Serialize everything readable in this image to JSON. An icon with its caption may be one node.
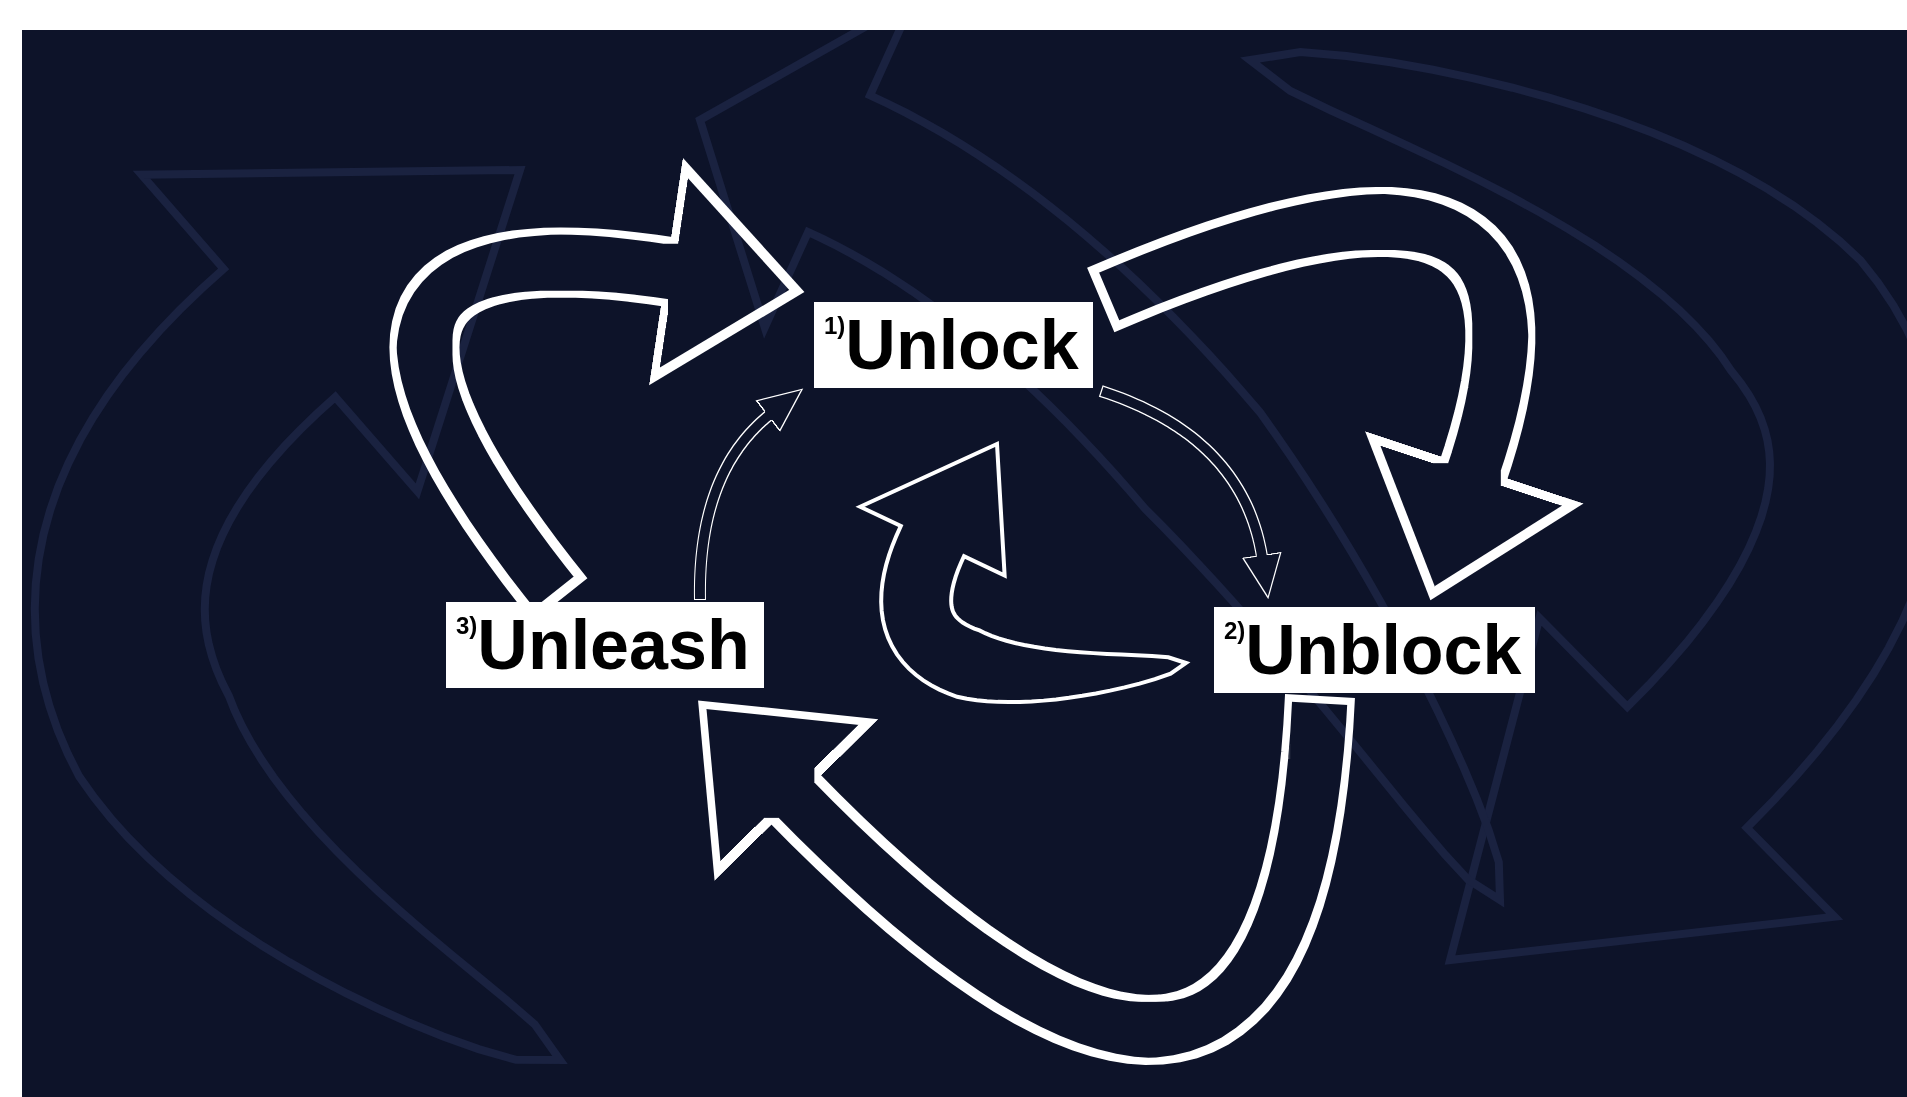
{
  "diagram": {
    "nodes": [
      {
        "text": [
          "$^{1)}$Unlock"
        ]
      },
      {
        "text": [
          "$^{2)}$Unblock"
        ]
      },
      {
        "text": [
          "$^{3)}$Unleash"
        ]
      }
    ],
    "edges": [
      {
        "from": 2,
        "to": 0,
        "arrow": "to"
      },
      {
        "from": 0,
        "to": 1,
        "arrow": "to"
      },
      {
        "from": 1,
        "to": 2,
        "arrow": "to"
      },
      {
        "from": 2,
        "to": 0,
        "arrow": "to"
      },
      {
        "from": 0,
        "to": 1,
        "arrow": "to"
      }
    ]
  }
}
